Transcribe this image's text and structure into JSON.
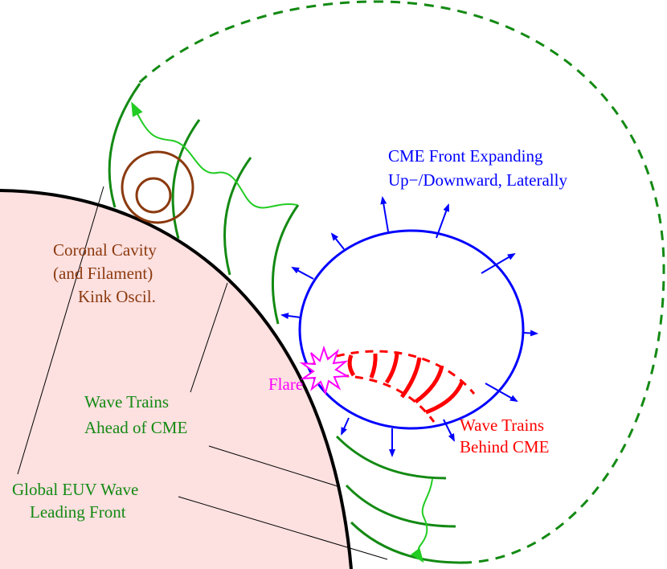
{
  "colors": {
    "sun_fill": "#fde0e0",
    "limb": "#000000",
    "cme": "#0000ff",
    "wave_dark": "#138a13",
    "wave_light": "#22cc22",
    "cavity": "#8b3a0f",
    "flare": "#ff00ff",
    "behind": "#ff0000"
  },
  "labels": {
    "cme_front_line1": "CME Front Expanding",
    "cme_front_line2": "Up−/Downward, Laterally",
    "cavity_line1": "Coronal Cavity",
    "cavity_line2": "(and Filament)",
    "cavity_line3": "Kink Oscil.",
    "flare": "Flare",
    "ahead_line1": "Wave Trains",
    "ahead_line2": "Ahead of CME",
    "behind_line1": "Wave Trains",
    "behind_line2": "Behind CME",
    "euv_line1": "Global EUV Wave",
    "euv_line2": "Leading Front"
  }
}
